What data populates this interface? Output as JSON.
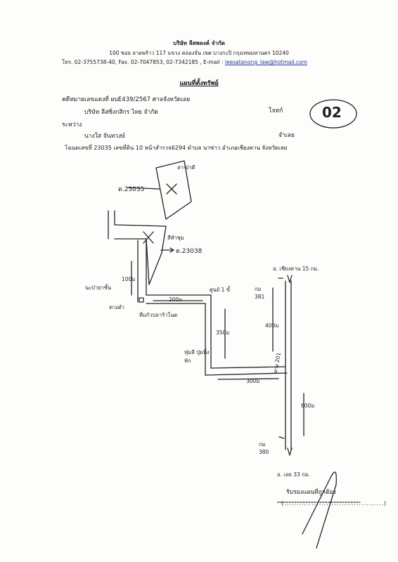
{
  "letterhead": {
    "company": "บริษัท ลีสพลงค์ จำกัด",
    "address": "100 ซอย ลาดพร้าว 117 แขวง คลองจั่น เขต บางกะปิ กรุงเทพมหานคร 10240",
    "phone_fax": "โทร. 02-3755738-40, Fax. 02-7047853, 02-7342185 , E-mail :",
    "email": "leesatanong_law@hotmail.com"
  },
  "title": "แผนที่ตั้งทรัพย์",
  "case": {
    "case_line": "คดีหมายเลขแดงที่ ผบE439/2567 ศาลจังหวัดเลย",
    "plaintiff": "บริษัท ลีสซิ่งกสิกร ไทย จำกัด",
    "plaintiff_role": "โจทก์",
    "between": "ระหว่าง",
    "defendant": "นางใส จันทวงษ์",
    "defendant_role": "จำเลย",
    "deed_line": "โฉนดเลขที่ 23035 เลขที่ดิน 10 หน้าสำรวจ6294 ตำบล นาซ่าว อำเภอเชียงคาน จังหวัดเลย"
  },
  "stamp_number": "02",
  "map": {
    "public_land_top": "สา-ป่าดี",
    "deed_23035": "ต.23035",
    "public_land_mid": "สีทำชุม",
    "deed_23038": "ต.23038",
    "dist_100m_left": "100ม",
    "dist_200m_mid": "200ม",
    "dist_350m": "350ม",
    "dist_300m_bottom": "300ม",
    "dist_400m_right": "400ม",
    "dist_600m": "600ม",
    "label_a": "นะป่ายาชั้น",
    "label_b": "ทางดำ",
    "label_c": "ที่แก้วปลาร้าโนด",
    "label_d": "ศูนย์ 1 ขั้",
    "label_e": "ฟุ่มลี ปุ่มทิ้งพัก",
    "km381": "กม 381",
    "km380": "กม 380",
    "road_201": "ทาง 201",
    "to_destination": "อ. เชียงคาน 15 กม.",
    "to_loei": "อ. เลย 33 กม."
  },
  "certification": {
    "certify_text": "รับรองแผนที่ถูกต้อง",
    "signature_line": "(........................................)"
  }
}
